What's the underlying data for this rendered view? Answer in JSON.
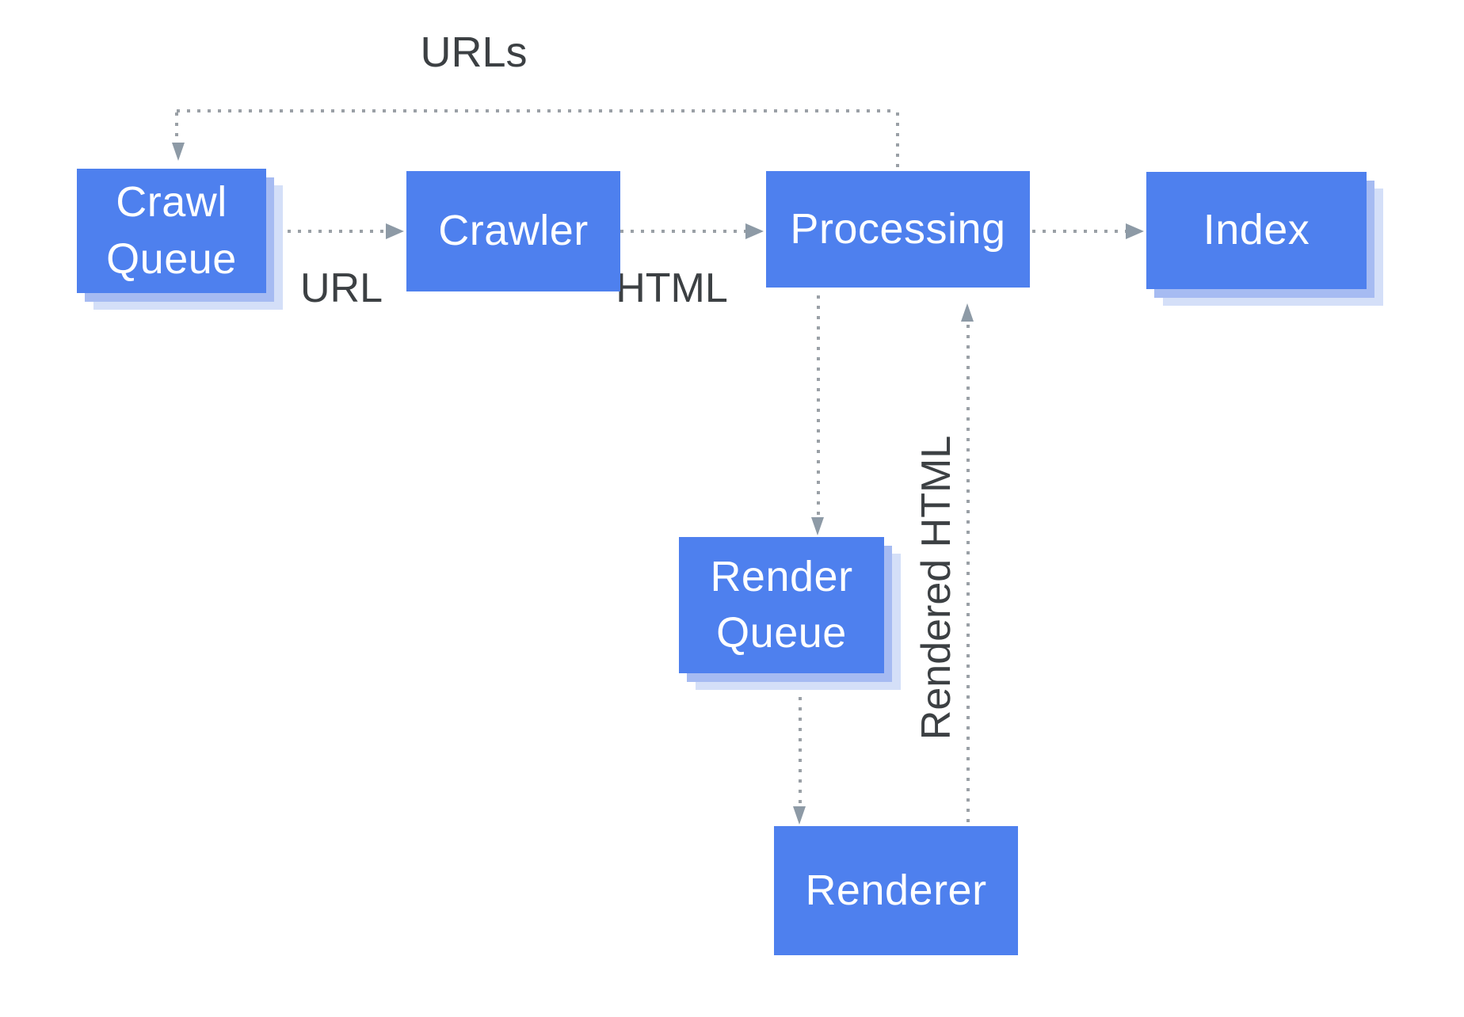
{
  "nodes": {
    "crawl_queue": {
      "label": "Crawl Queue"
    },
    "crawler": {
      "label": "Crawler"
    },
    "processing": {
      "label": "Processing"
    },
    "index": {
      "label": "Index"
    },
    "render_queue": {
      "label": "Render Queue"
    },
    "renderer": {
      "label": "Renderer"
    }
  },
  "edges": {
    "urls": {
      "label": "URLs",
      "from": "Processing",
      "to": "Crawl Queue",
      "style": "dotted"
    },
    "url": {
      "label": "URL",
      "from": "Crawl Queue",
      "to": "Crawler",
      "style": "dotted"
    },
    "html": {
      "label": "HTML",
      "from": "Crawler",
      "to": "Processing",
      "style": "dotted"
    },
    "processing_to_index": {
      "label": "",
      "from": "Processing",
      "to": "Index",
      "style": "dotted"
    },
    "processing_to_render_queue": {
      "label": "",
      "from": "Processing",
      "to": "Render Queue",
      "style": "dotted"
    },
    "render_queue_to_renderer": {
      "label": "",
      "from": "Render Queue",
      "to": "Renderer",
      "style": "dotted"
    },
    "rendered_html": {
      "label": "Rendered HTML",
      "from": "Renderer",
      "to": "Processing",
      "style": "dotted"
    }
  },
  "colors": {
    "node_fill": "#4e80ee",
    "node_text": "#ffffff",
    "shadow_mid": "#a6bbf2",
    "shadow_light": "#d4dff8",
    "dot": "#9aa0a6",
    "arrowhead": "#8d9aa6",
    "label_text": "#3c4043",
    "background": "#ffffff"
  }
}
